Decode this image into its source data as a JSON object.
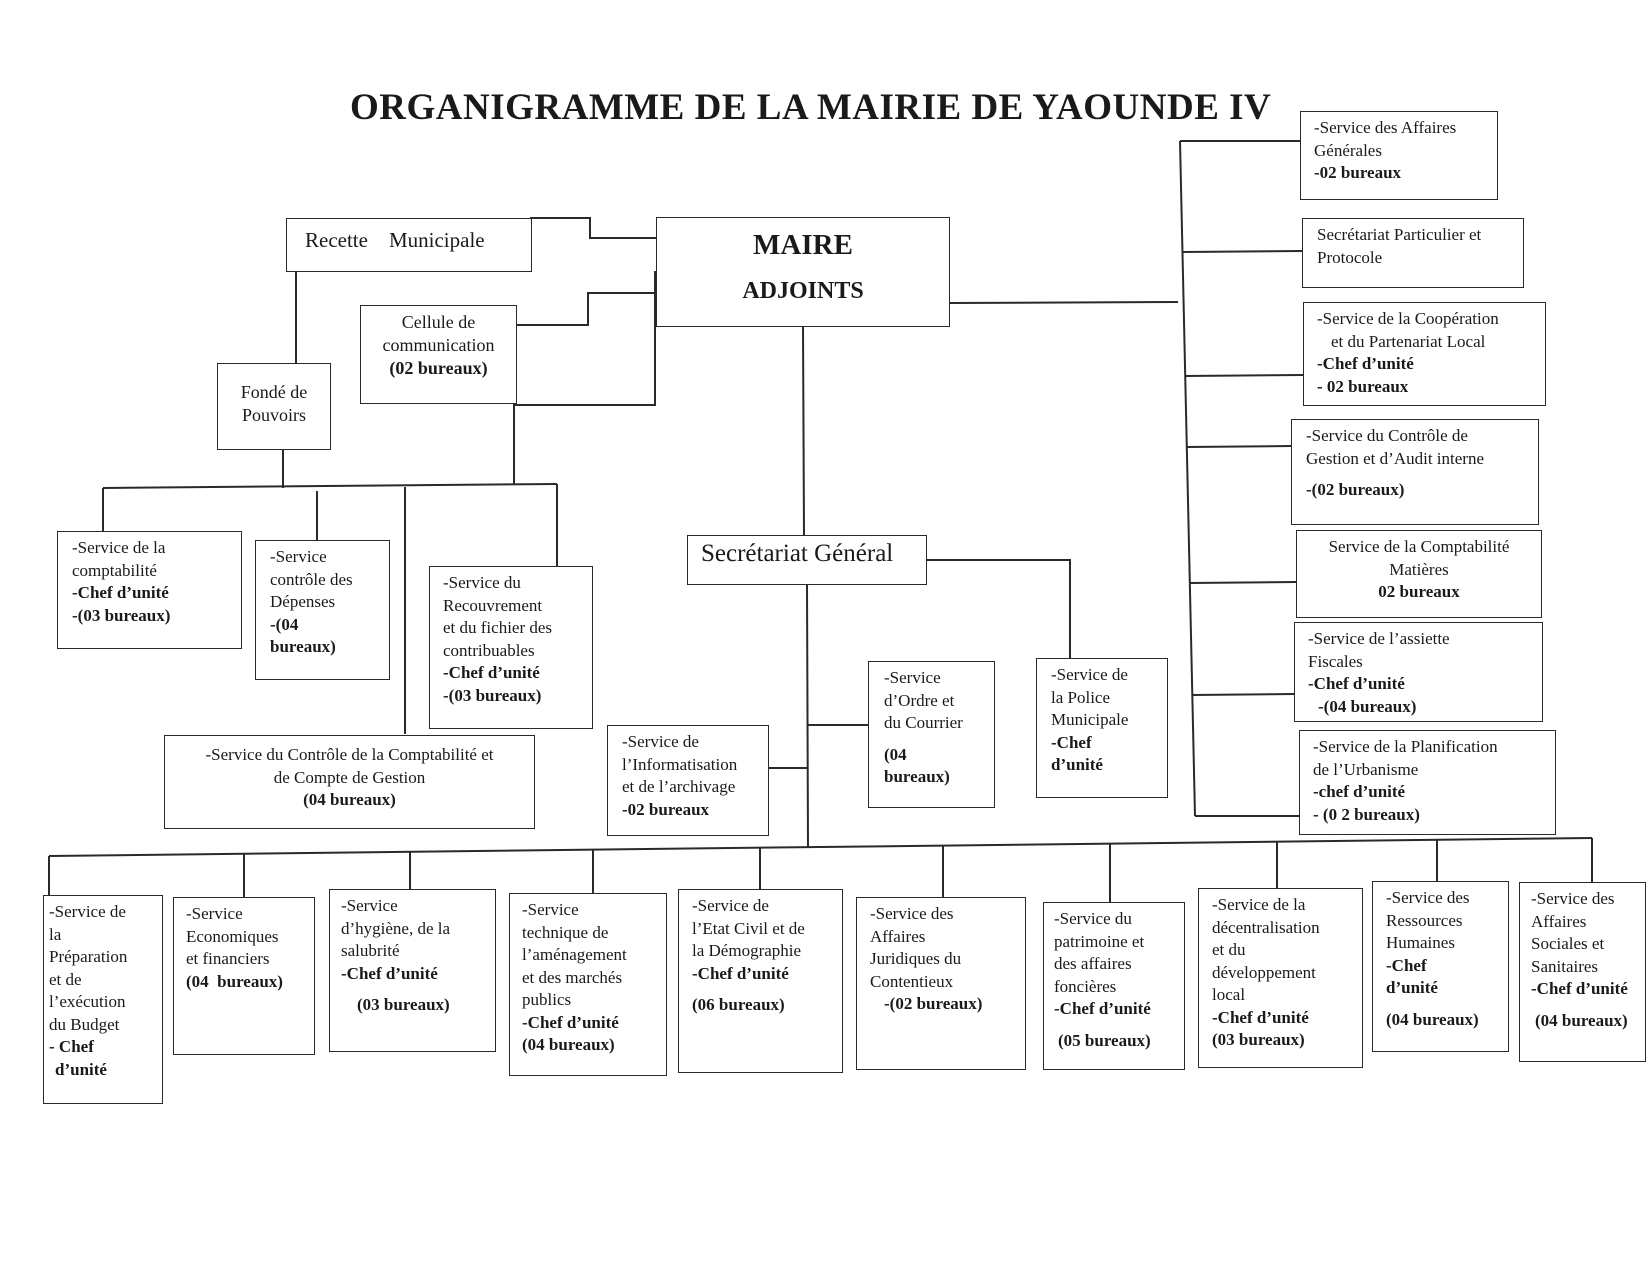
{
  "title": "ORGANIGRAMME DE LA MAIRIE DE YAOUNDE IV",
  "top": {
    "maire": "MAIRE",
    "adjoints": "ADJOINTS",
    "recette": "Recette    Municipale",
    "cellule": [
      "Cellule de",
      "communication",
      "(02 bureaux)"
    ],
    "fonde": [
      "Fondé de",
      "Pouvoirs"
    ],
    "secretariat_general": "Secrétariat Général"
  },
  "finance_boxes": {
    "comptabilite": [
      "-Service de la",
      "comptabilité",
      "-Chef d’unité",
      "-(03 bureaux)"
    ],
    "depenses": [
      "-Service",
      "contrôle des",
      "Dépenses",
      "-(04",
      "bureaux)"
    ],
    "recouvrement": [
      "-Service du",
      "Recouvrement",
      "et du fichier des",
      "contribuables",
      "-Chef d’unité",
      "-(03 bureaux)"
    ],
    "controle_comptabilite": [
      "-Service du Contrôle de la Comptabilité et",
      "de Compte de Gestion",
      "(04 bureaux)"
    ]
  },
  "sg_boxes": {
    "informatisation": [
      "-Service de",
      "l’Informatisation",
      "et de l’archivage",
      "-02 bureaux"
    ],
    "ordre": [
      "-Service",
      "d’Ordre et",
      "du Courrier",
      "(04",
      "bureaux)"
    ],
    "police": [
      "-Service de",
      "la Police",
      "Municipale",
      "-Chef",
      "d’unité"
    ]
  },
  "right_boxes": {
    "affaires_generales": [
      "-Service des Affaires",
      "Générales",
      "-02 bureaux"
    ],
    "secretariat_particulier": [
      "Secrétariat Particulier et",
      "Protocole"
    ],
    "cooperation": [
      "-Service de la Coopération",
      "et du  Partenariat Local",
      "-Chef d’unité",
      "- 02 bureaux"
    ],
    "controle_gestion": [
      "-Service du Contrôle de",
      "Gestion et d’Audit interne",
      "-(02 bureaux)"
    ],
    "comptabilite_matieres": [
      "Service de la Comptabilité",
      "Matières",
      "02 bureaux"
    ],
    "assiette": [
      "-Service de l’assiette",
      "Fiscales",
      "-Chef d’unité",
      "-(04 bureaux)"
    ],
    "planification": [
      "-Service de la Planification",
      "de l’Urbanisme",
      "-chef d’unité",
      "- (0 2 bureaux)"
    ]
  },
  "bottom_boxes": {
    "budget": [
      "-Service de",
      "la",
      "Préparation",
      "et de",
      "l’exécution",
      "du Budget",
      "- Chef",
      "d’unité"
    ],
    "economiques": [
      "-Service",
      "Economiques",
      "et financiers",
      "(04  bureaux)"
    ],
    "hygiene": [
      "-Service",
      "d’hygiène, de la",
      "salubrité",
      "-Chef d’unité",
      "(03 bureaux)"
    ],
    "technique": [
      "-Service",
      "technique de",
      "l’aménagement",
      "et des marchés",
      "publics",
      "-Chef d’unité",
      "(04 bureaux)"
    ],
    "etat_civil": [
      "-Service de",
      "l’Etat Civil et de",
      "la Démographie",
      "-Chef d’unité",
      "(06 bureaux)"
    ],
    "juridiques": [
      "-Service des",
      "Affaires",
      "Juridiques du",
      "Contentieux",
      "-(02 bureaux)"
    ],
    "patrimoine": [
      "-Service du",
      "patrimoine et",
      "des affaires",
      "foncières",
      "-Chef d’unité",
      "(05 bureaux)"
    ],
    "decentralisation": [
      "-Service de la",
      "décentralisation",
      "et du",
      "développement",
      "local",
      "-Chef d’unité",
      "(03 bureaux)"
    ],
    "ressources_humaines": [
      "-Service des",
      "Ressources",
      "Humaines",
      "-Chef",
      "d’unité",
      "(04 bureaux)"
    ],
    "affaires_sociales": [
      "-Service des",
      "Affaires",
      "Sociales et",
      "Sanitaires",
      "-Chef d’unité",
      "(04 bureaux)"
    ]
  }
}
